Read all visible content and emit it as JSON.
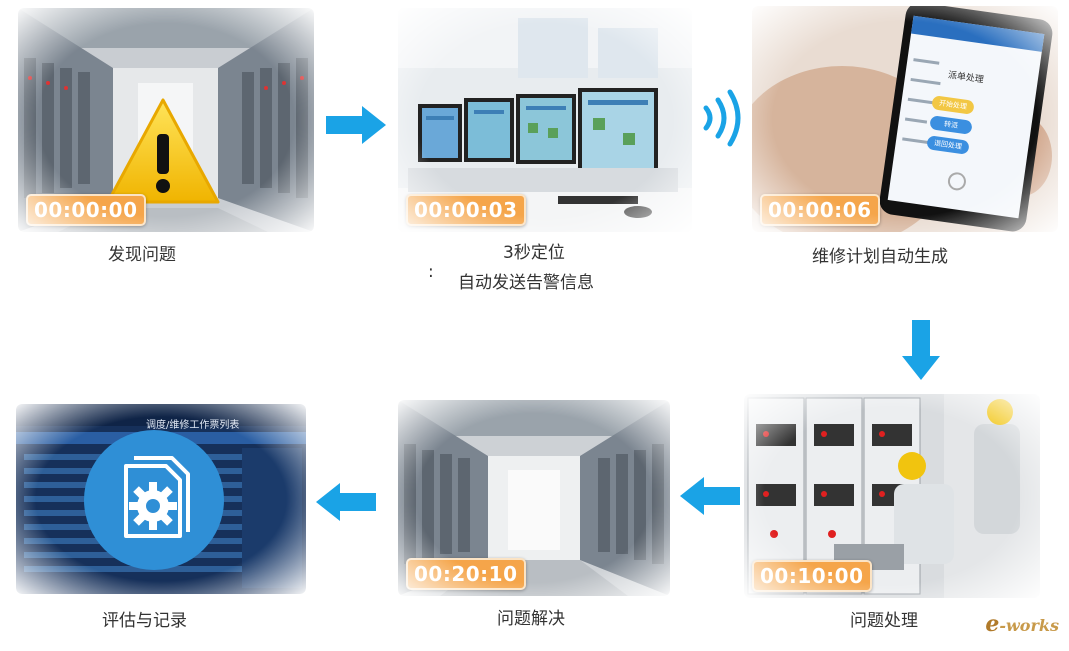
{
  "steps": [
    {
      "id": "discover",
      "caption": "发现问题",
      "timer": "00:00:00"
    },
    {
      "id": "locate",
      "caption_line1": "3秒定位",
      "caption_colon": ":",
      "caption_line2": "自动发送告警信息",
      "timer": "00:00:03"
    },
    {
      "id": "plan",
      "caption": "维修计划自动生成",
      "timer": "00:00:06"
    },
    {
      "id": "handle",
      "caption": "问题处理",
      "timer": "00:10:00"
    },
    {
      "id": "resolve",
      "caption": "问题解决",
      "timer": "00:20:10"
    },
    {
      "id": "evaluate",
      "caption": "评估与记录"
    }
  ],
  "phone": {
    "title": "派单处理",
    "buttons": [
      "开始处理",
      "转派",
      "退回处理"
    ]
  },
  "report_title": "调度/维修工作票列表",
  "logo": {
    "prefix": "e",
    "text": "-works"
  },
  "colors": {
    "arrow": "#1aa3e6",
    "timer": "#f5a54a",
    "icon_circle": "#2f8fd6"
  }
}
